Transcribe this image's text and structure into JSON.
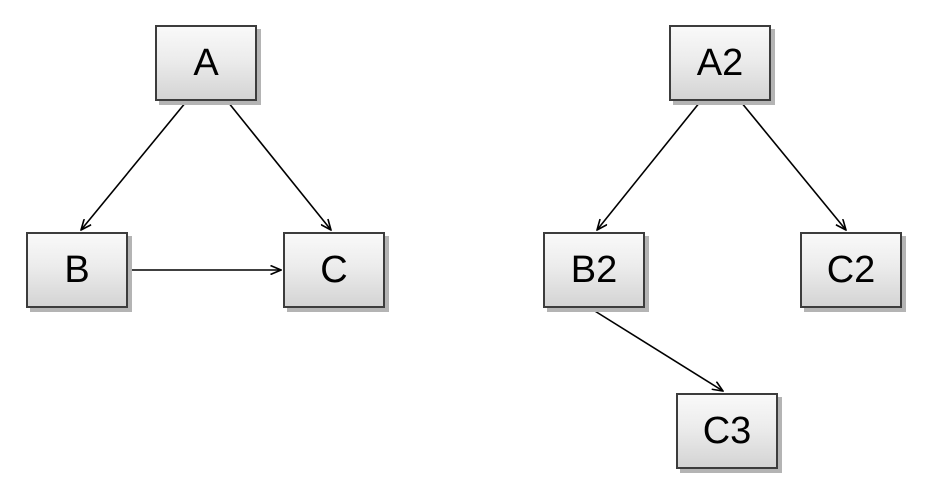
{
  "diagram": {
    "background_color": "#ffffff",
    "node_style": {
      "fill_top": "#f9f9f9",
      "fill_bottom": "#d4d4d4",
      "border_color": "#3c3c3c",
      "shadow_color": "#b4b4b4",
      "text_color": "#000000"
    },
    "edge_style": {
      "color": "#000000",
      "arrowhead": "open-v"
    },
    "left_graph": {
      "nodes": [
        {
          "id": "A",
          "label": "A"
        },
        {
          "id": "B",
          "label": "B"
        },
        {
          "id": "C",
          "label": "C"
        }
      ],
      "edges": [
        {
          "from": "A",
          "to": "B"
        },
        {
          "from": "A",
          "to": "C"
        },
        {
          "from": "B",
          "to": "C"
        }
      ]
    },
    "right_graph": {
      "nodes": [
        {
          "id": "A2",
          "label": "A2"
        },
        {
          "id": "B2",
          "label": "B2"
        },
        {
          "id": "C2",
          "label": "C2"
        },
        {
          "id": "C3",
          "label": "C3"
        }
      ],
      "edges": [
        {
          "from": "A2",
          "to": "B2"
        },
        {
          "from": "A2",
          "to": "C2"
        },
        {
          "from": "B2",
          "to": "C3"
        }
      ]
    }
  }
}
